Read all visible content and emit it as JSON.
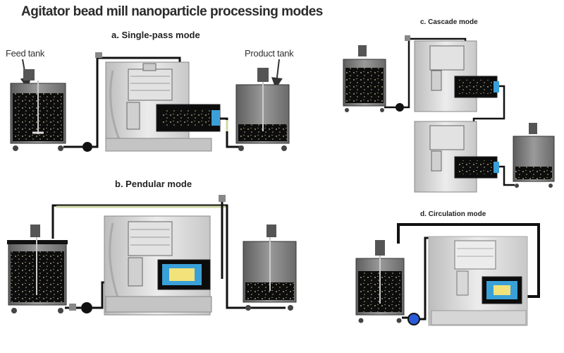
{
  "title": "Agitator bead mill nanoparticle processing modes",
  "panels": {
    "a": {
      "title": "a. Single-pass mode"
    },
    "b": {
      "title": "b. Pendular mode"
    },
    "c": {
      "title": "c. Cascade mode"
    },
    "d": {
      "title": "d. Circulation mode"
    }
  },
  "labels": {
    "feed_tank": "Feed tank",
    "product_tank": "Product tank"
  },
  "colors": {
    "pipe": "#111111",
    "pipe_light": "#cfd8a8",
    "mill_body": "#d9d9d9",
    "tank": "#7a7a7a",
    "chamber_accent": "#3aa0d8",
    "pump_accent": "#2a5bd7"
  }
}
